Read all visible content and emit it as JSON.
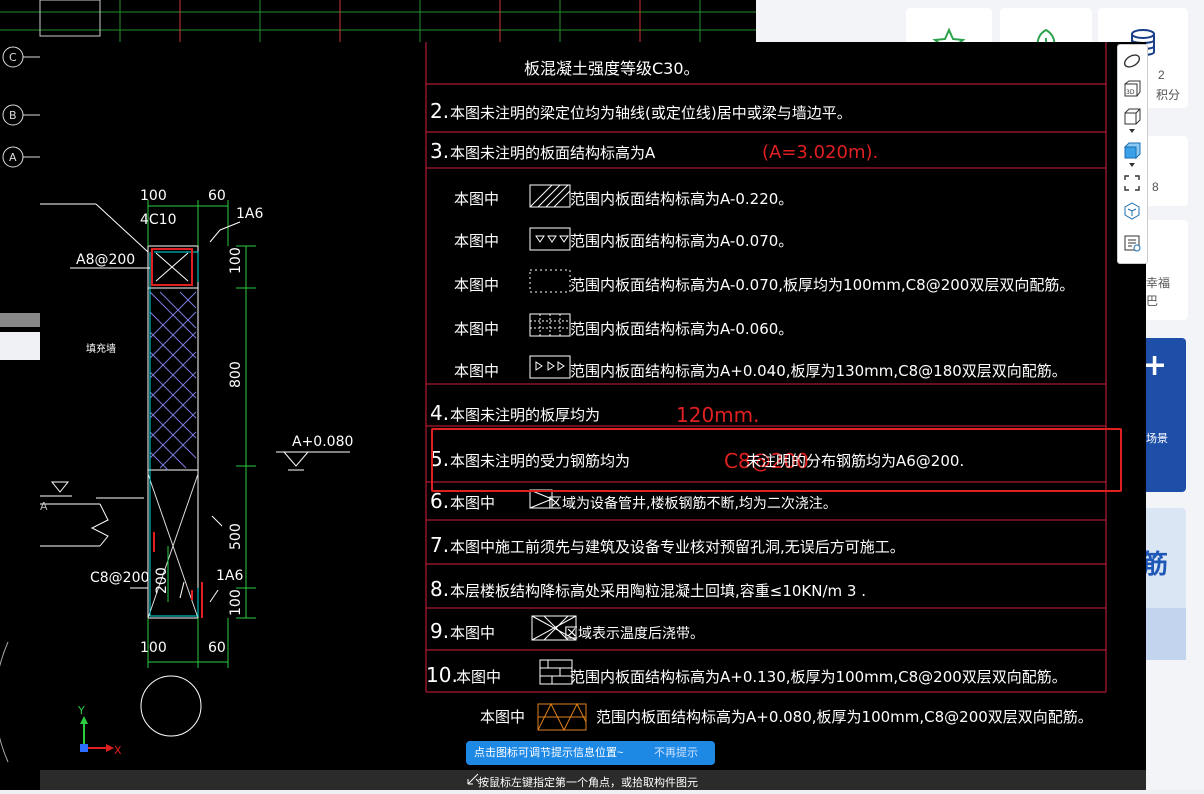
{
  "side_cards": [
    {
      "icon": "star-icon",
      "label": ""
    },
    {
      "icon": "leaf-icon",
      "label": ""
    },
    {
      "icon": "database-icon",
      "label": "2"
    },
    {
      "icon": "",
      "label": "积分"
    }
  ],
  "side_partial_texts": {
    "eight": "8",
    "fu": "幸福",
    "ba": "巴",
    "plus": "+",
    "scene": "场景",
    "jin": "筋"
  },
  "cad": {
    "notes": [
      {
        "num": "",
        "text": "板混凝土强度等级C30。"
      },
      {
        "num": "2.",
        "text": "本图未注明的梁定位均为轴线(或定位线)居中或梁与墙边平。"
      },
      {
        "num": "3.",
        "text": "本图未注明的板面结构标高为A",
        "red": "(A=3.020m)."
      },
      {
        "num": "",
        "prefix": "本图中",
        "text": "范围内板面结构标高为A-0.220。"
      },
      {
        "num": "",
        "prefix": "本图中",
        "text": "范围内板面结构标高为A-0.070。"
      },
      {
        "num": "",
        "prefix": "本图中",
        "text": "范围内板面结构标高为A-0.070,板厚均为100mm,C8@200双层双向配筋。"
      },
      {
        "num": "",
        "prefix": "本图中",
        "text": "范围内板面结构标高为A-0.060。"
      },
      {
        "num": "",
        "prefix": "本图中",
        "text": "范围内板面结构标高为A+0.040,板厚为130mm,C8@180双层双向配筋。"
      },
      {
        "num": "4.",
        "text": "本图未注明的板厚均为",
        "red": "120mm."
      },
      {
        "num": "5.",
        "text": "本图未注明的受力钢筋均为",
        "overlay": "未注明的分布钢筋均为A6@200.",
        "red": "C8@200"
      },
      {
        "num": "6.",
        "text": "本图中",
        "text2": "区域为设备管井,楼板钢筋不断,均为二次浇注。"
      },
      {
        "num": "7.",
        "text": "本图中施工前须先与建筑及设备专业核对预留孔洞,无误后方可施工。"
      },
      {
        "num": "8.",
        "text": "本层楼板结构降标高处采用陶粒混凝土回填,容重≤10KN/m 3 ."
      },
      {
        "num": "9.",
        "text": "本图中",
        "text2": "区域表示温度后浇带。"
      },
      {
        "num": "10.",
        "text": "本图中",
        "text2": "范围内板面结构标高为A+0.130,板厚为100mm,C8@200双层双向配筋。"
      },
      {
        "num": "",
        "prefix": "本图中",
        "text": "范围内板面结构标高为A+0.080,板厚为100mm,C8@200双层双向配筋。"
      }
    ],
    "detail": {
      "dim_100_top": "100",
      "dim_60_top": "60",
      "label_4c10": "4C10",
      "label_1a6_top": "1A6",
      "label_a8": "A8@200",
      "dim_100_side": "100",
      "dim_800": "800",
      "elev": "A+0.080",
      "dim_500": "500",
      "dim_200": "200",
      "label_c8": "C8@200",
      "label_1a6_bot": "1A6",
      "dim_100_side2": "100",
      "dim_100_bot": "100",
      "dim_60_bot": "60",
      "label_wall": "填充墙",
      "axis_x": "X",
      "axis_y": "Y",
      "label_a": "A"
    },
    "axis_marks": [
      "C",
      "B",
      "A"
    ]
  },
  "tip": {
    "message": "点击图标可调节提示信息位置~",
    "dismiss": "不再提示"
  },
  "status": {
    "prompt": "按鼠标左键指定第一个角点，或拾取构件图元"
  },
  "toolbar": [
    "ellipse-icon",
    "3d-icon",
    "cube-outline-icon",
    "cube-solid-icon",
    "select-frame-icon",
    "box-view-icon",
    "list-view-icon"
  ]
}
